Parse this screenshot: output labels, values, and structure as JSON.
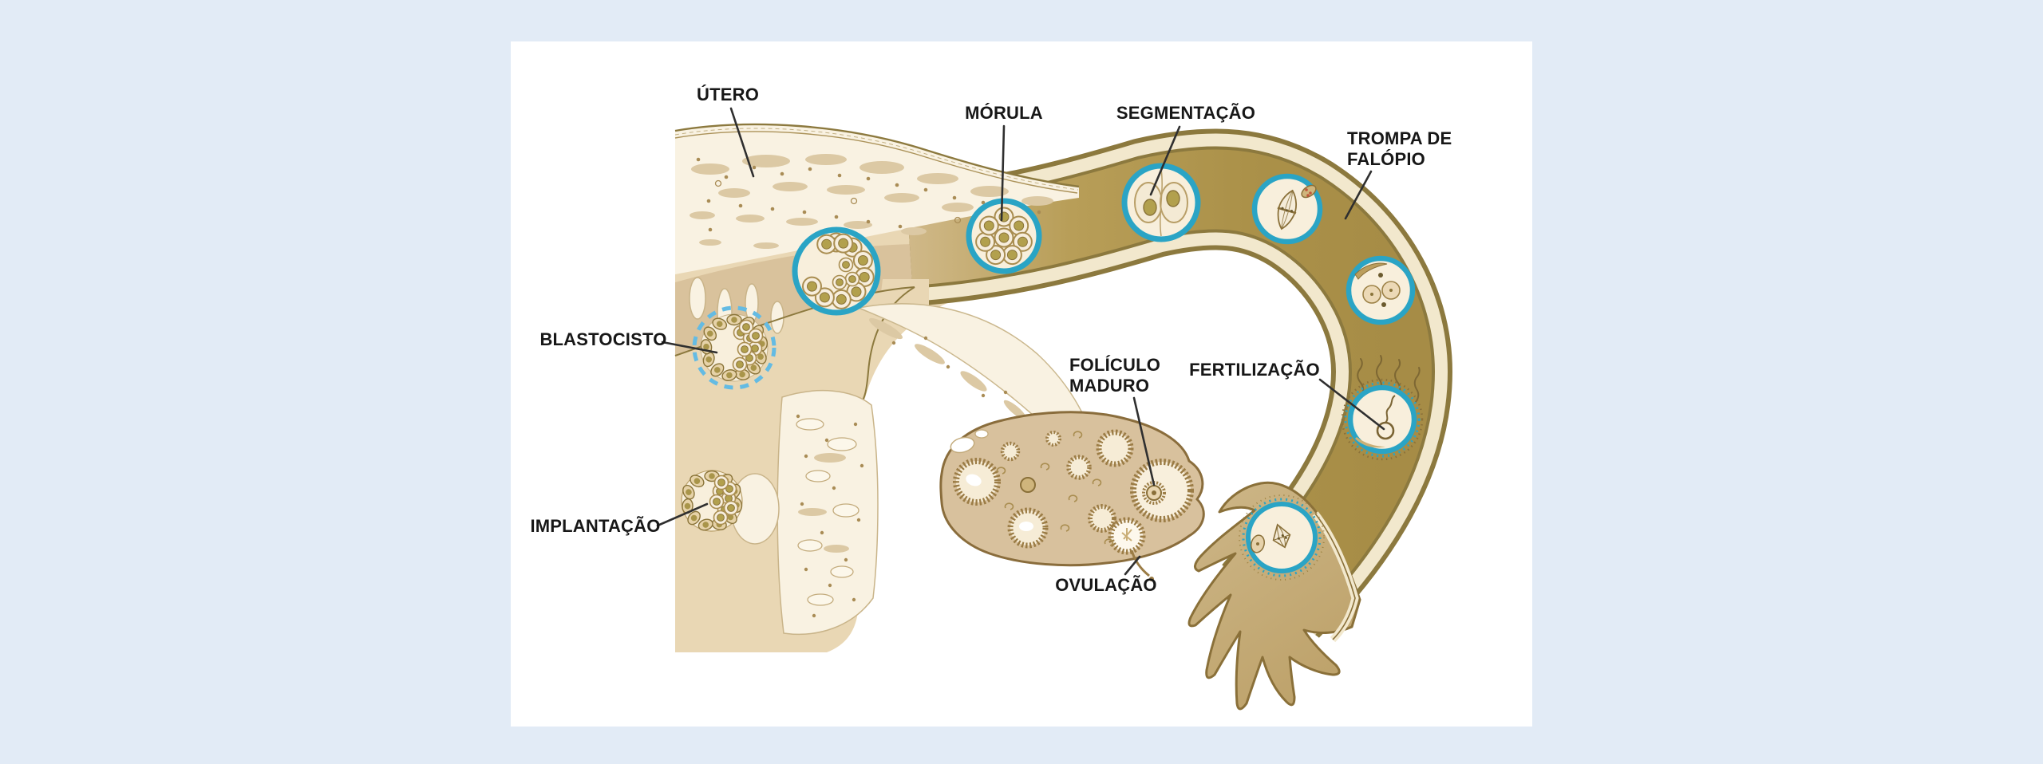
{
  "figure": {
    "kind": "human fertilization and implantation illustration",
    "language": "pt"
  },
  "labels": {
    "utero": "ÚTERO",
    "morula": "MÓRULA",
    "segmentacao": "SEGMENTAÇÃO",
    "trompa_line1": "TROMPA DE",
    "trompa_line2": "FALÓPIO",
    "blastocisto": "BLASTOCISTO",
    "foliculo_line1": "FOLÍCULO",
    "foliculo_line2": "MADURO",
    "fertilizacao": "FERTILIZAÇÃO",
    "implantacao": "IMPLANTAÇÃO",
    "ovulacao": "OVULAÇÃO"
  },
  "colors": {
    "background": "#e2ebf6",
    "panel": "#ffffff",
    "label-ink": "#171717",
    "leader": "#2f2f2f",
    "teal-ring": "#2aa4c5",
    "blastocyst-dash": "#64bbe3",
    "outline-olive": "#8c793e",
    "tube-wall-cream": "#f2e8cd",
    "tube-lumen": "#ab9149",
    "uterus-tan": "#e9d7b4",
    "cavity-tan": "#d9c29c",
    "lining-pale": "#f9f2e2",
    "speckle": "#dcc9a4",
    "speckle-dot": "#a98c55",
    "cell-cream": "#f7eedd",
    "cell-edge": "#a98d50",
    "cell-nucleus": "#b2a04d",
    "nucleus-edge": "#8a7439",
    "ovary-tan": "#d8c19d",
    "ovary-edge": "#8a6d3c",
    "follicle-ring": "#9b7c45",
    "fimbriae-tan": "#c7ad76"
  }
}
